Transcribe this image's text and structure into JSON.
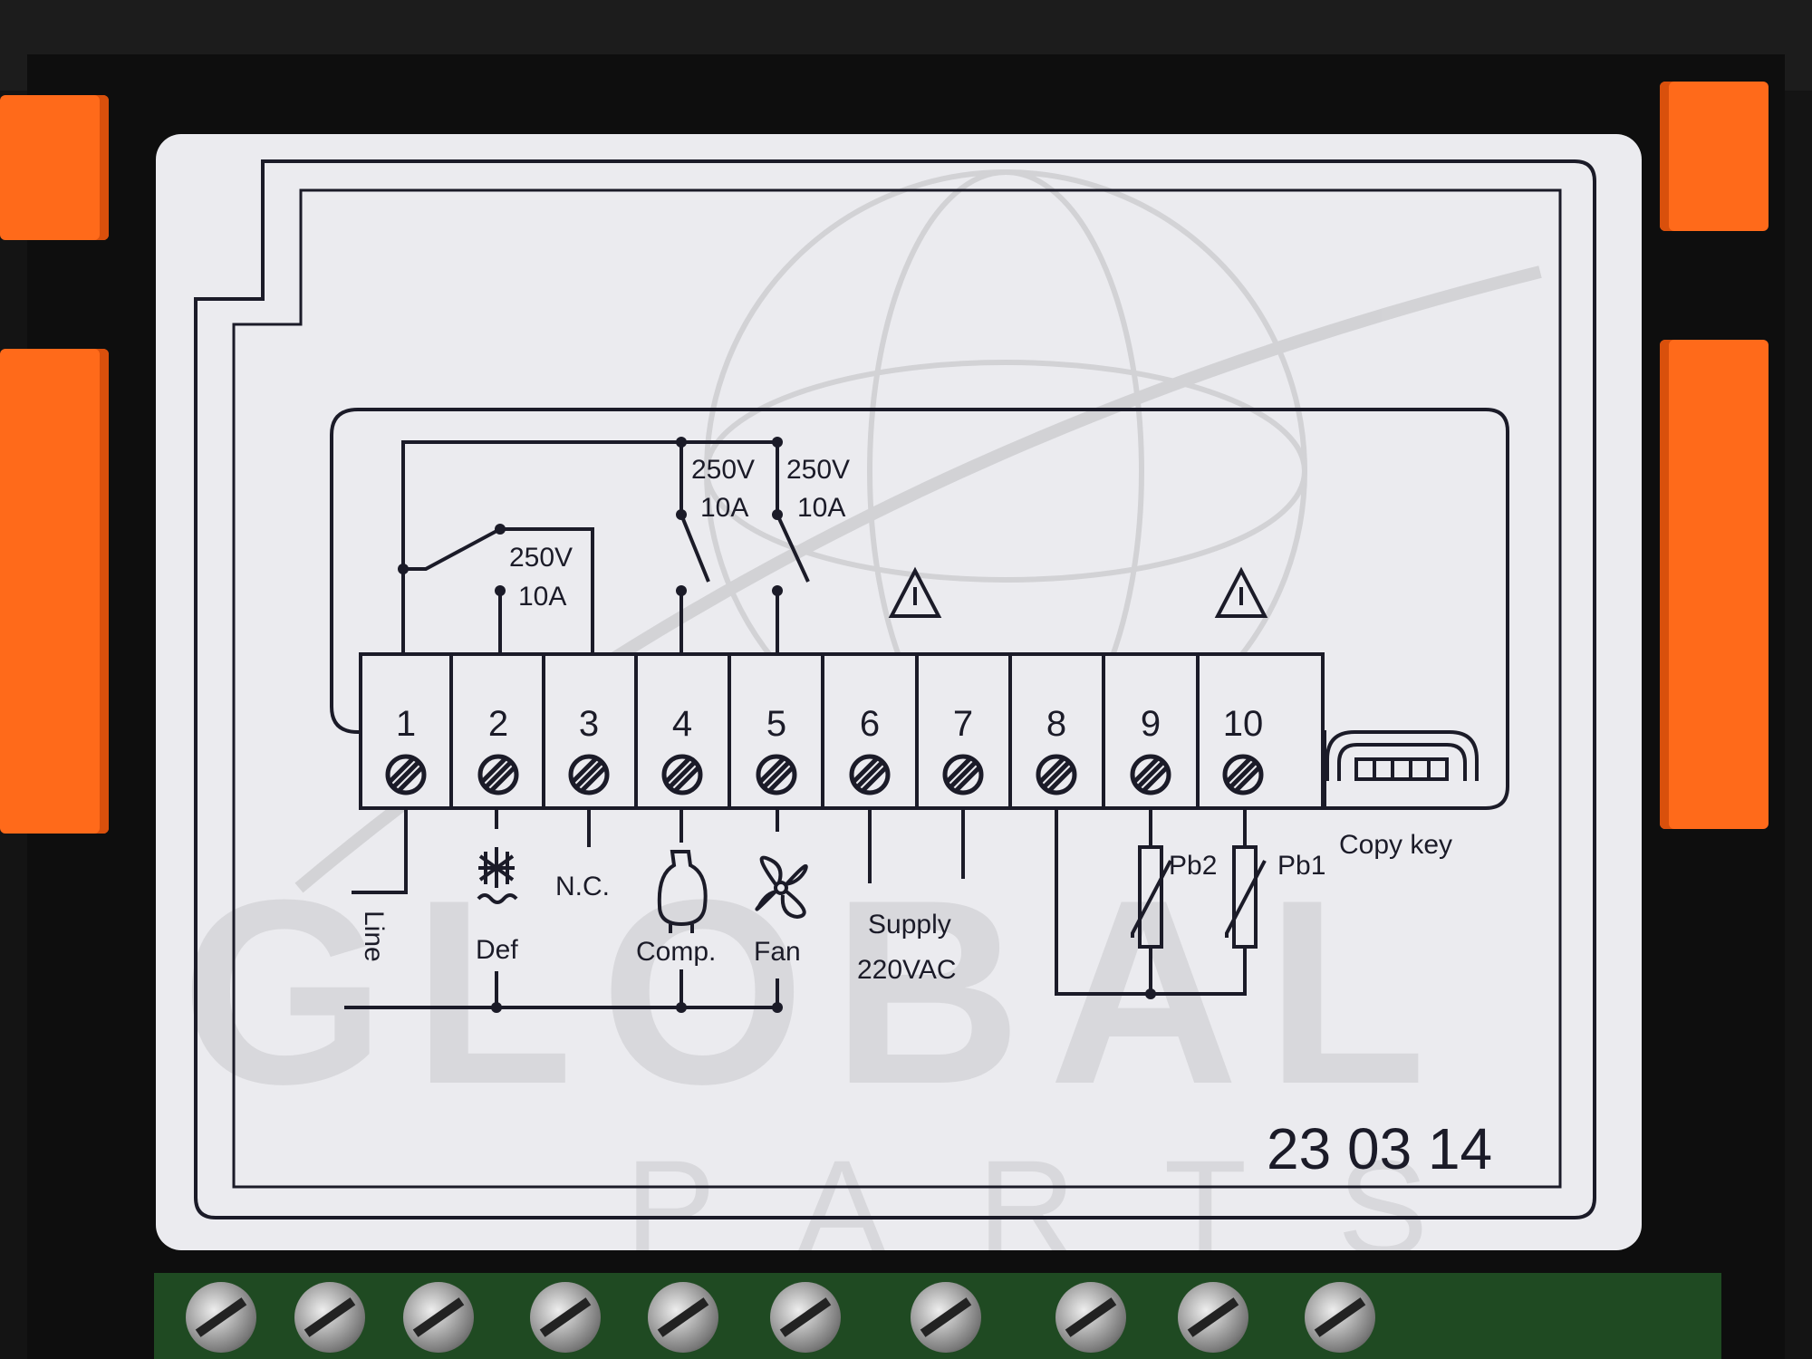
{
  "terminals": [
    "1",
    "2",
    "3",
    "4",
    "5",
    "6",
    "7",
    "8",
    "9",
    "10"
  ],
  "relay_ratings": {
    "r1_voltage": "250V",
    "r1_current": "10A",
    "r2_voltage": "250V",
    "r2_current": "10A",
    "r3_voltage": "250V",
    "r3_current": "10A"
  },
  "labels": {
    "line": "Line",
    "def": "Def",
    "nc": "N.C.",
    "comp": "Comp.",
    "fan": "Fan",
    "supply": "Supply",
    "supply_voltage": "220VAC",
    "pb2": "Pb2",
    "pb1": "Pb1",
    "copy_key": "Copy key"
  },
  "date_code": "23 03 14",
  "watermark": {
    "line1": "GLOBAL",
    "line2": "PARTS"
  },
  "colors": {
    "label_bg": "#ebebef",
    "ink": "#1b1b28",
    "clip": "#ff6a1a",
    "housing": "#141414"
  },
  "icons": [
    "defrost-icon",
    "compressor-icon",
    "fan-icon",
    "warning-icon",
    "screw-icon",
    "usb-port-icon",
    "thermistor-icon"
  ]
}
